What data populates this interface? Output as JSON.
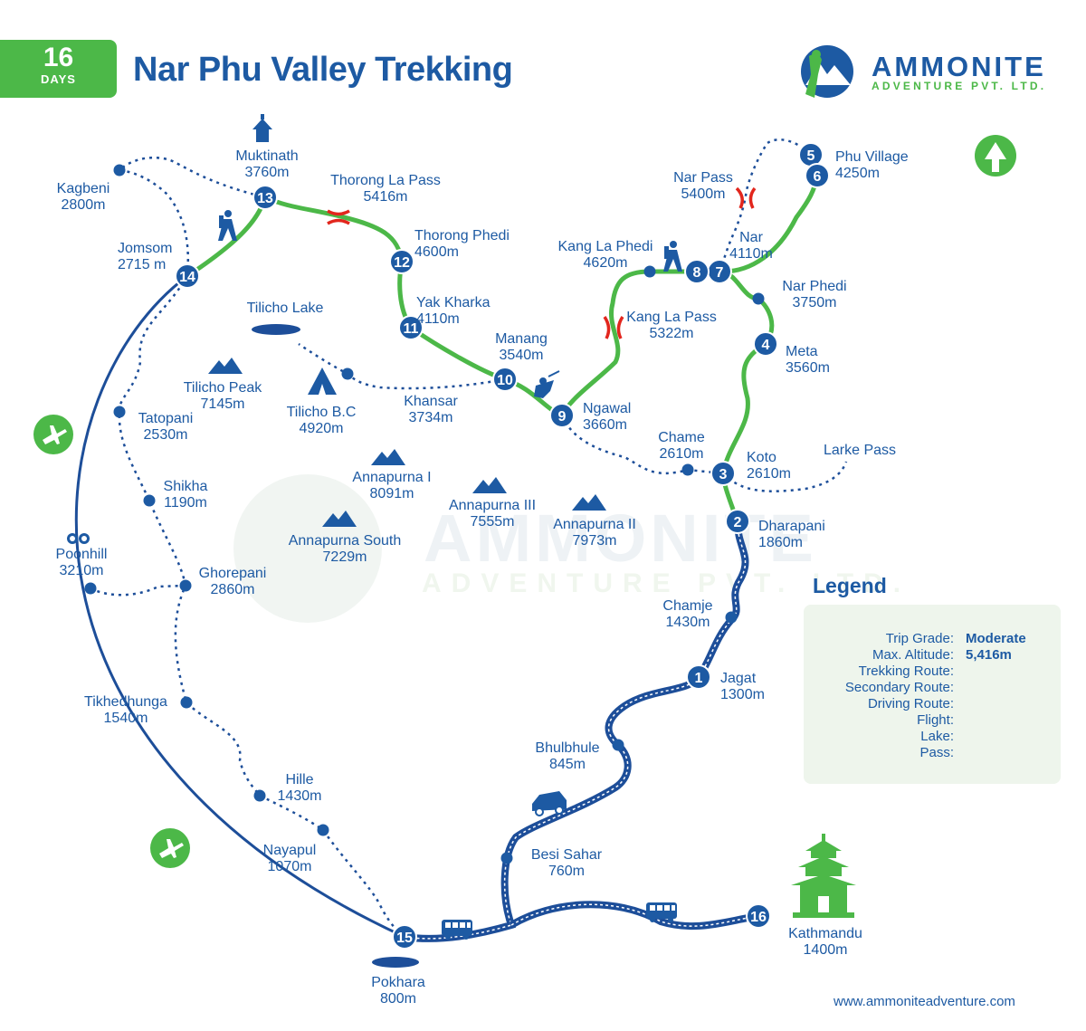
{
  "header": {
    "days_number": "16",
    "days_unit": "DAYS",
    "title": "Nar Phu Valley Trekking",
    "brand_name": "AMMONITE",
    "brand_sub": "ADVENTURE PVT. LTD."
  },
  "watermark": {
    "line1": "AMMONITE",
    "line2": "ADVENTURE PVT. LTD."
  },
  "colors": {
    "trek_green": "#4cb848",
    "primary_blue": "#1d5aa3",
    "route_blue": "#1d4e99",
    "pass_red": "#e2261d",
    "legend_bg": "#eef5ec"
  },
  "stops": [
    {
      "num": "1",
      "name": "Jagat",
      "alt": "1300m"
    },
    {
      "num": "2",
      "name": "Dharapani",
      "alt": "1860m"
    },
    {
      "num": "3",
      "name": "Koto",
      "alt": "2610m"
    },
    {
      "num": "4",
      "name": "Meta",
      "alt": "3560m"
    },
    {
      "num": "5",
      "name": "Phu Village",
      "alt": "4250m"
    },
    {
      "num": "6",
      "name": "",
      "alt": ""
    },
    {
      "num": "7",
      "name": "Nar",
      "alt": "4110m"
    },
    {
      "num": "8",
      "name": "Kang La Phedi",
      "alt": "4620m"
    },
    {
      "num": "9",
      "name": "Ngawal",
      "alt": "3660m"
    },
    {
      "num": "10",
      "name": "Manang",
      "alt": "3540m"
    },
    {
      "num": "11",
      "name": "Yak Kharka",
      "alt": "4110m"
    },
    {
      "num": "12",
      "name": "Thorong Phedi",
      "alt": "4600m"
    },
    {
      "num": "13",
      "name": "Muktinath",
      "alt": "3760m"
    },
    {
      "num": "14",
      "name": "Jomsom",
      "alt": "2715 m"
    },
    {
      "num": "15",
      "name": "Pokhara",
      "alt": "800m"
    },
    {
      "num": "16",
      "name": "Kathmandu",
      "alt": "1400m"
    }
  ],
  "places": [
    {
      "name": "Kagbeni",
      "alt": "2800m"
    },
    {
      "name": "Thorong La Pass",
      "alt": "5416m"
    },
    {
      "name": "Tilicho Lake",
      "alt": ""
    },
    {
      "name": "Tilicho Peak",
      "alt": "7145m"
    },
    {
      "name": "Tilicho B.C",
      "alt": "4920m"
    },
    {
      "name": "Khansar",
      "alt": "3734m"
    },
    {
      "name": "Tatopani",
      "alt": "2530m"
    },
    {
      "name": "Shikha",
      "alt": "1190m"
    },
    {
      "name": "Poonhill",
      "alt": "3210m"
    },
    {
      "name": "Ghorepani",
      "alt": "2860m"
    },
    {
      "name": "Tikhedhunga",
      "alt": "1540m"
    },
    {
      "name": "Hille",
      "alt": "1430m"
    },
    {
      "name": "Nayapul",
      "alt": "1070m"
    },
    {
      "name": "Annapurna I",
      "alt": "8091m"
    },
    {
      "name": "Annapurna III",
      "alt": "7555m"
    },
    {
      "name": "Annapurna II",
      "alt": "7973m"
    },
    {
      "name": "Annapurna South",
      "alt": "7229m"
    },
    {
      "name": "Nar Pass",
      "alt": "5400m"
    },
    {
      "name": "Nar Phedi",
      "alt": "3750m"
    },
    {
      "name": "Kang La Pass",
      "alt": "5322m"
    },
    {
      "name": "Chame",
      "alt": "2610m"
    },
    {
      "name": "Larke Pass",
      "alt": ""
    },
    {
      "name": "Chamje",
      "alt": "1430m"
    },
    {
      "name": "Bhulbhule",
      "alt": "845m"
    },
    {
      "name": "Besi Sahar",
      "alt": "760m"
    }
  ],
  "legend": {
    "title": "Legend",
    "trip_grade_label": "Trip Grade:",
    "trip_grade_value": "Moderate",
    "max_alt_label": "Max. Altitude:",
    "max_alt_value": "5,416m",
    "trekking_label": "Trekking Route:",
    "secondary_label": "Secondary Route:",
    "driving_label": "Driving Route:",
    "flight_label": "Flight:",
    "lake_label": "Lake:",
    "pass_label": "Pass:"
  },
  "website": "www.ammoniteadventure.com",
  "icons": [
    "airplane-icon",
    "jeep-icon",
    "bus-icon",
    "mountain-icon",
    "temple-icon",
    "stupa-icon",
    "tent-icon",
    "trekker-icon",
    "binoculars-icon",
    "north-arrow-icon",
    "pass-icon",
    "lake-icon"
  ]
}
